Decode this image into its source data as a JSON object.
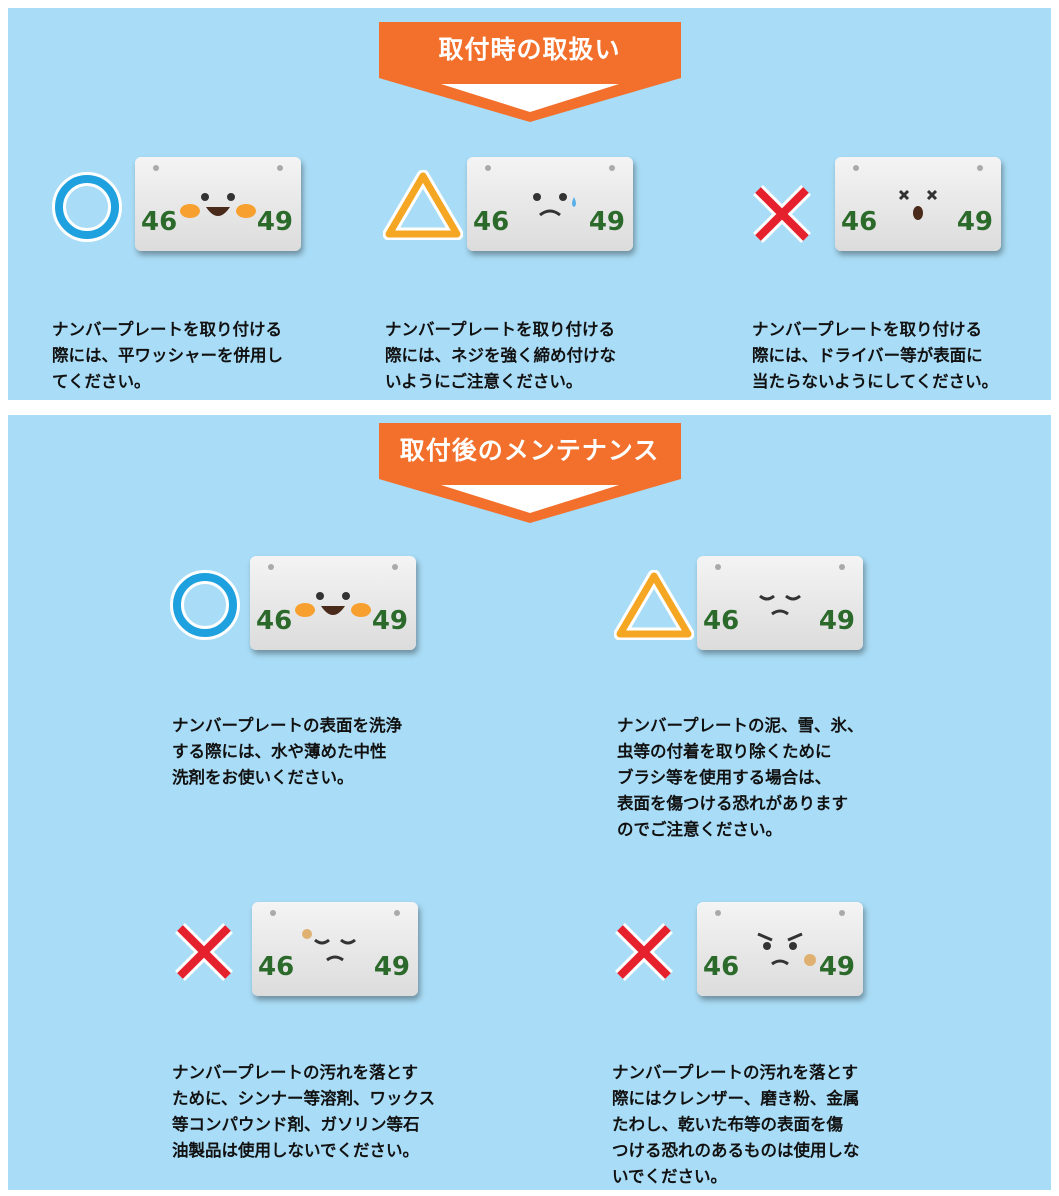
{
  "colors": {
    "background": "#a9dcf6",
    "banner": "#f2702b",
    "ok": "#1fa1df",
    "caution": "#f5a623",
    "ng": "#e5212d",
    "plate_number": "#2b6a2b"
  },
  "section1": {
    "title": "取付時の取扱い",
    "items": [
      {
        "symbol": "circle",
        "plate_left": "46",
        "plate_right": "49",
        "face": "happy",
        "text": "ナンバープレートを取り付ける\n際には、平ワッシャーを併用し\nてください。"
      },
      {
        "symbol": "triangle",
        "plate_left": "46",
        "plate_right": "49",
        "face": "worried",
        "text": "ナンバープレートを取り付ける\n際には、ネジを強く締め付けな\nいようにご注意ください。"
      },
      {
        "symbol": "cross",
        "plate_left": "46",
        "plate_right": "49",
        "face": "dizzy",
        "text": "ナンバープレートを取り付ける\n際には、ドライバー等が表面に\n当たらないようにしてください。"
      }
    ]
  },
  "section2": {
    "title": "取付後のメンテナンス",
    "items": [
      {
        "symbol": "circle",
        "plate_left": "46",
        "plate_right": "49",
        "face": "happy",
        "text": "ナンバープレートの表面を洗浄\nする際には、水や薄めた中性\n洗剤をお使いください。"
      },
      {
        "symbol": "triangle",
        "plate_left": "46",
        "plate_right": "49",
        "face": "sleepy",
        "text": "ナンバープレートの泥、雪、氷、\n虫等の付着を取り除くために\nブラシ等を使用する場合は、\n表面を傷つける恐れがあります\nのでご注意ください。"
      },
      {
        "symbol": "cross",
        "plate_left": "46",
        "plate_right": "49",
        "face": "sad",
        "text": "ナンバープレートの汚れを落とす\nために、シンナー等溶剤、ワックス\n等コンパウンド剤、ガソリン等石\n油製品は使用しないでください。"
      },
      {
        "symbol": "cross",
        "plate_left": "46",
        "plate_right": "49",
        "face": "angry",
        "text": "ナンバープレートの汚れを落とす\n際にはクレンザー、磨き粉、金属\nたわし、乾いた布等の表面を傷\nつける恐れのあるものは使用しな\nいでください。"
      }
    ]
  }
}
